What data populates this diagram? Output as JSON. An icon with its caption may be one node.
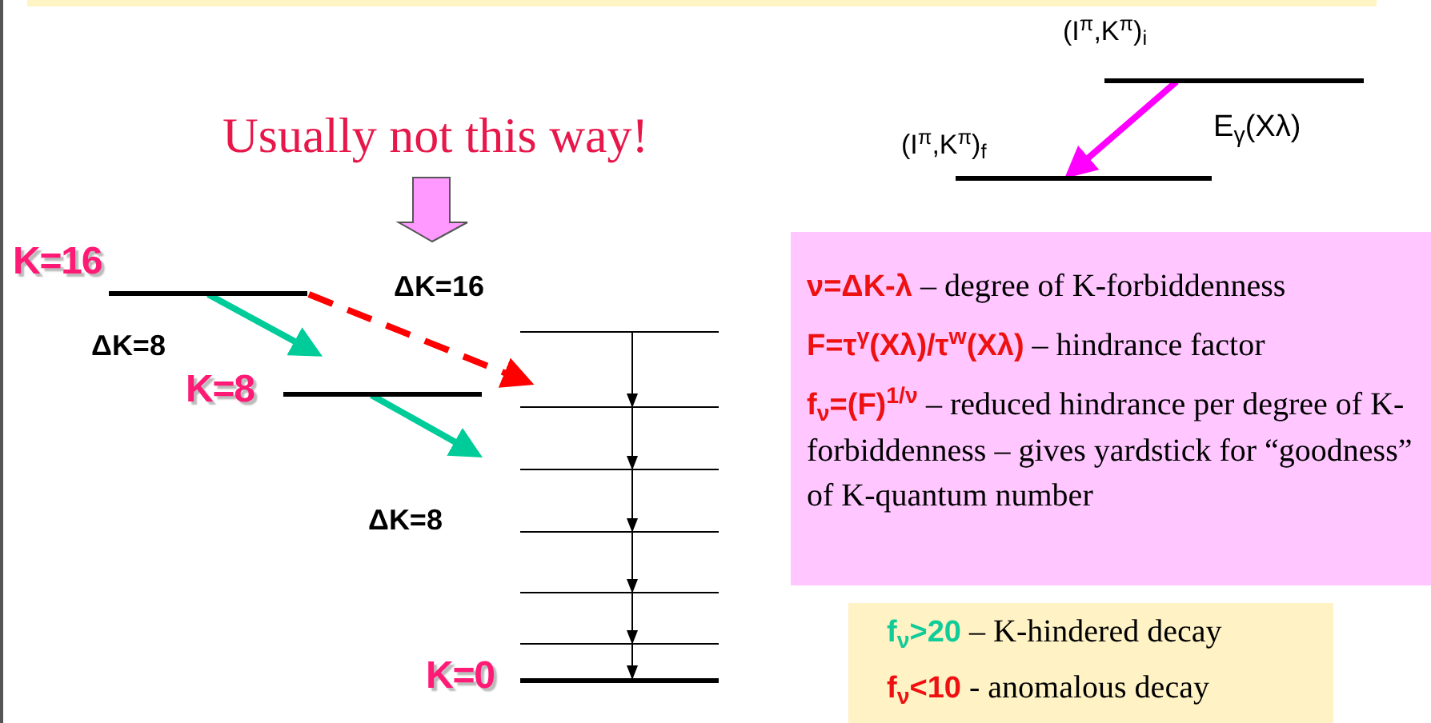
{
  "diagram": {
    "nodes": [
      {
        "text": [],
        "shape": "bar",
        "beside": [
          "K=16"
        ]
      },
      {
        "text": [],
        "shape": "bar",
        "beside": [
          "K=8"
        ]
      },
      {
        "text": [],
        "shape": "bar"
      },
      {
        "text": [],
        "shape": "bar"
      },
      {
        "text": [],
        "shape": "bar"
      },
      {
        "text": [],
        "shape": "bar"
      },
      {
        "text": [],
        "shape": "bar"
      },
      {
        "text": [],
        "shape": "bar"
      },
      {
        "text": [],
        "shape": "bar",
        "beside": [
          "K=0"
        ]
      },
      {
        "text": [],
        "shape": "bar",
        "beside": [
          "(I$^{π}$,K$^{π}$)$_{i}$"
        ]
      },
      {
        "text": [],
        "shape": "bar",
        "beside": [
          "(I$^{π}$,K$^{π}$)$_{f}$"
        ]
      },
      {
        "text": [
          "ν=ΔK-λ",
          "– degree of K-forbiddenness",
          "F=τ$^{γ}$(Xλ)/τ$^{w}$(Xλ)",
          "– hindrance factor",
          "f$_{ν}$=(F)$^{1/ν}$",
          "– reduced hindrance per degree of K-forbiddenness – gives yardstick for “goodness” of K-quantum number"
        ]
      },
      {
        "text": [
          "f$_{ν}$>20",
          "– K-hindered decay",
          "f$_{ν}$<10",
          "- anomalous decay"
        ]
      }
    ],
    "edges": [
      {
        "from": 0,
        "to": 1,
        "arrow": "to",
        "label": "ΔK=8",
        "style": "thick",
        "color": "#00cc99"
      },
      {
        "from": 1,
        "to": 4,
        "arrow": "to",
        "label": "ΔK=8",
        "style": "thick",
        "color": "#00cc99"
      },
      {
        "from": 0,
        "to": 3,
        "arrow": "to",
        "label": "ΔK=16",
        "style": "dashed",
        "color": "#ff0000"
      },
      {
        "from": 2,
        "to": 3,
        "arrow": "to"
      },
      {
        "from": 3,
        "to": 4,
        "arrow": "to"
      },
      {
        "from": 4,
        "to": 5,
        "arrow": "to"
      },
      {
        "from": 5,
        "to": 6,
        "arrow": "to"
      },
      {
        "from": 6,
        "to": 7,
        "arrow": "to"
      },
      {
        "from": 7,
        "to": 8,
        "arrow": "to"
      },
      {
        "from": 9,
        "to": 10,
        "arrow": "to",
        "label": "E$_{γ}$(Xλ)",
        "style": "thick",
        "color": "#ff00ff"
      }
    ],
    "labels": [
      "Usually not this way!"
    ]
  }
}
